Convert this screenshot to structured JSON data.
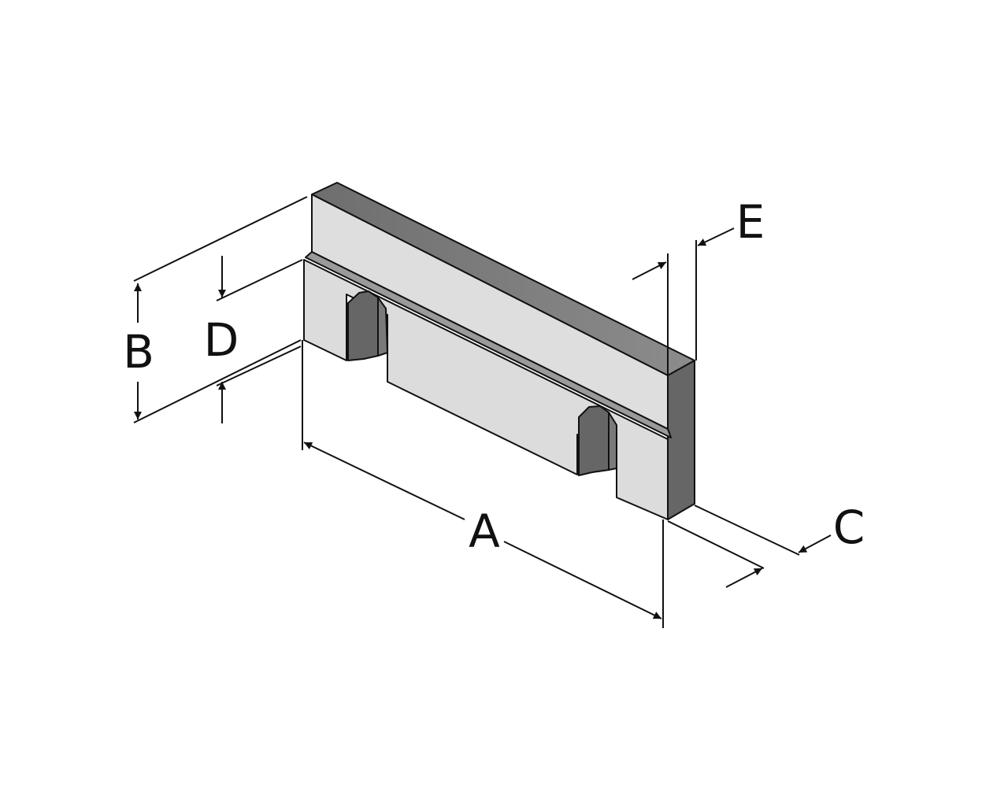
{
  "diagram": {
    "subject": "rail-block",
    "labels": {
      "a": "A",
      "b": "B",
      "c": "C",
      "d": "D",
      "e": "E"
    },
    "colors": {
      "light_face": "#dcdcdc",
      "dark_face": "#6b6b6b",
      "top_face": "#8a8a8a",
      "line": "#111111"
    }
  }
}
